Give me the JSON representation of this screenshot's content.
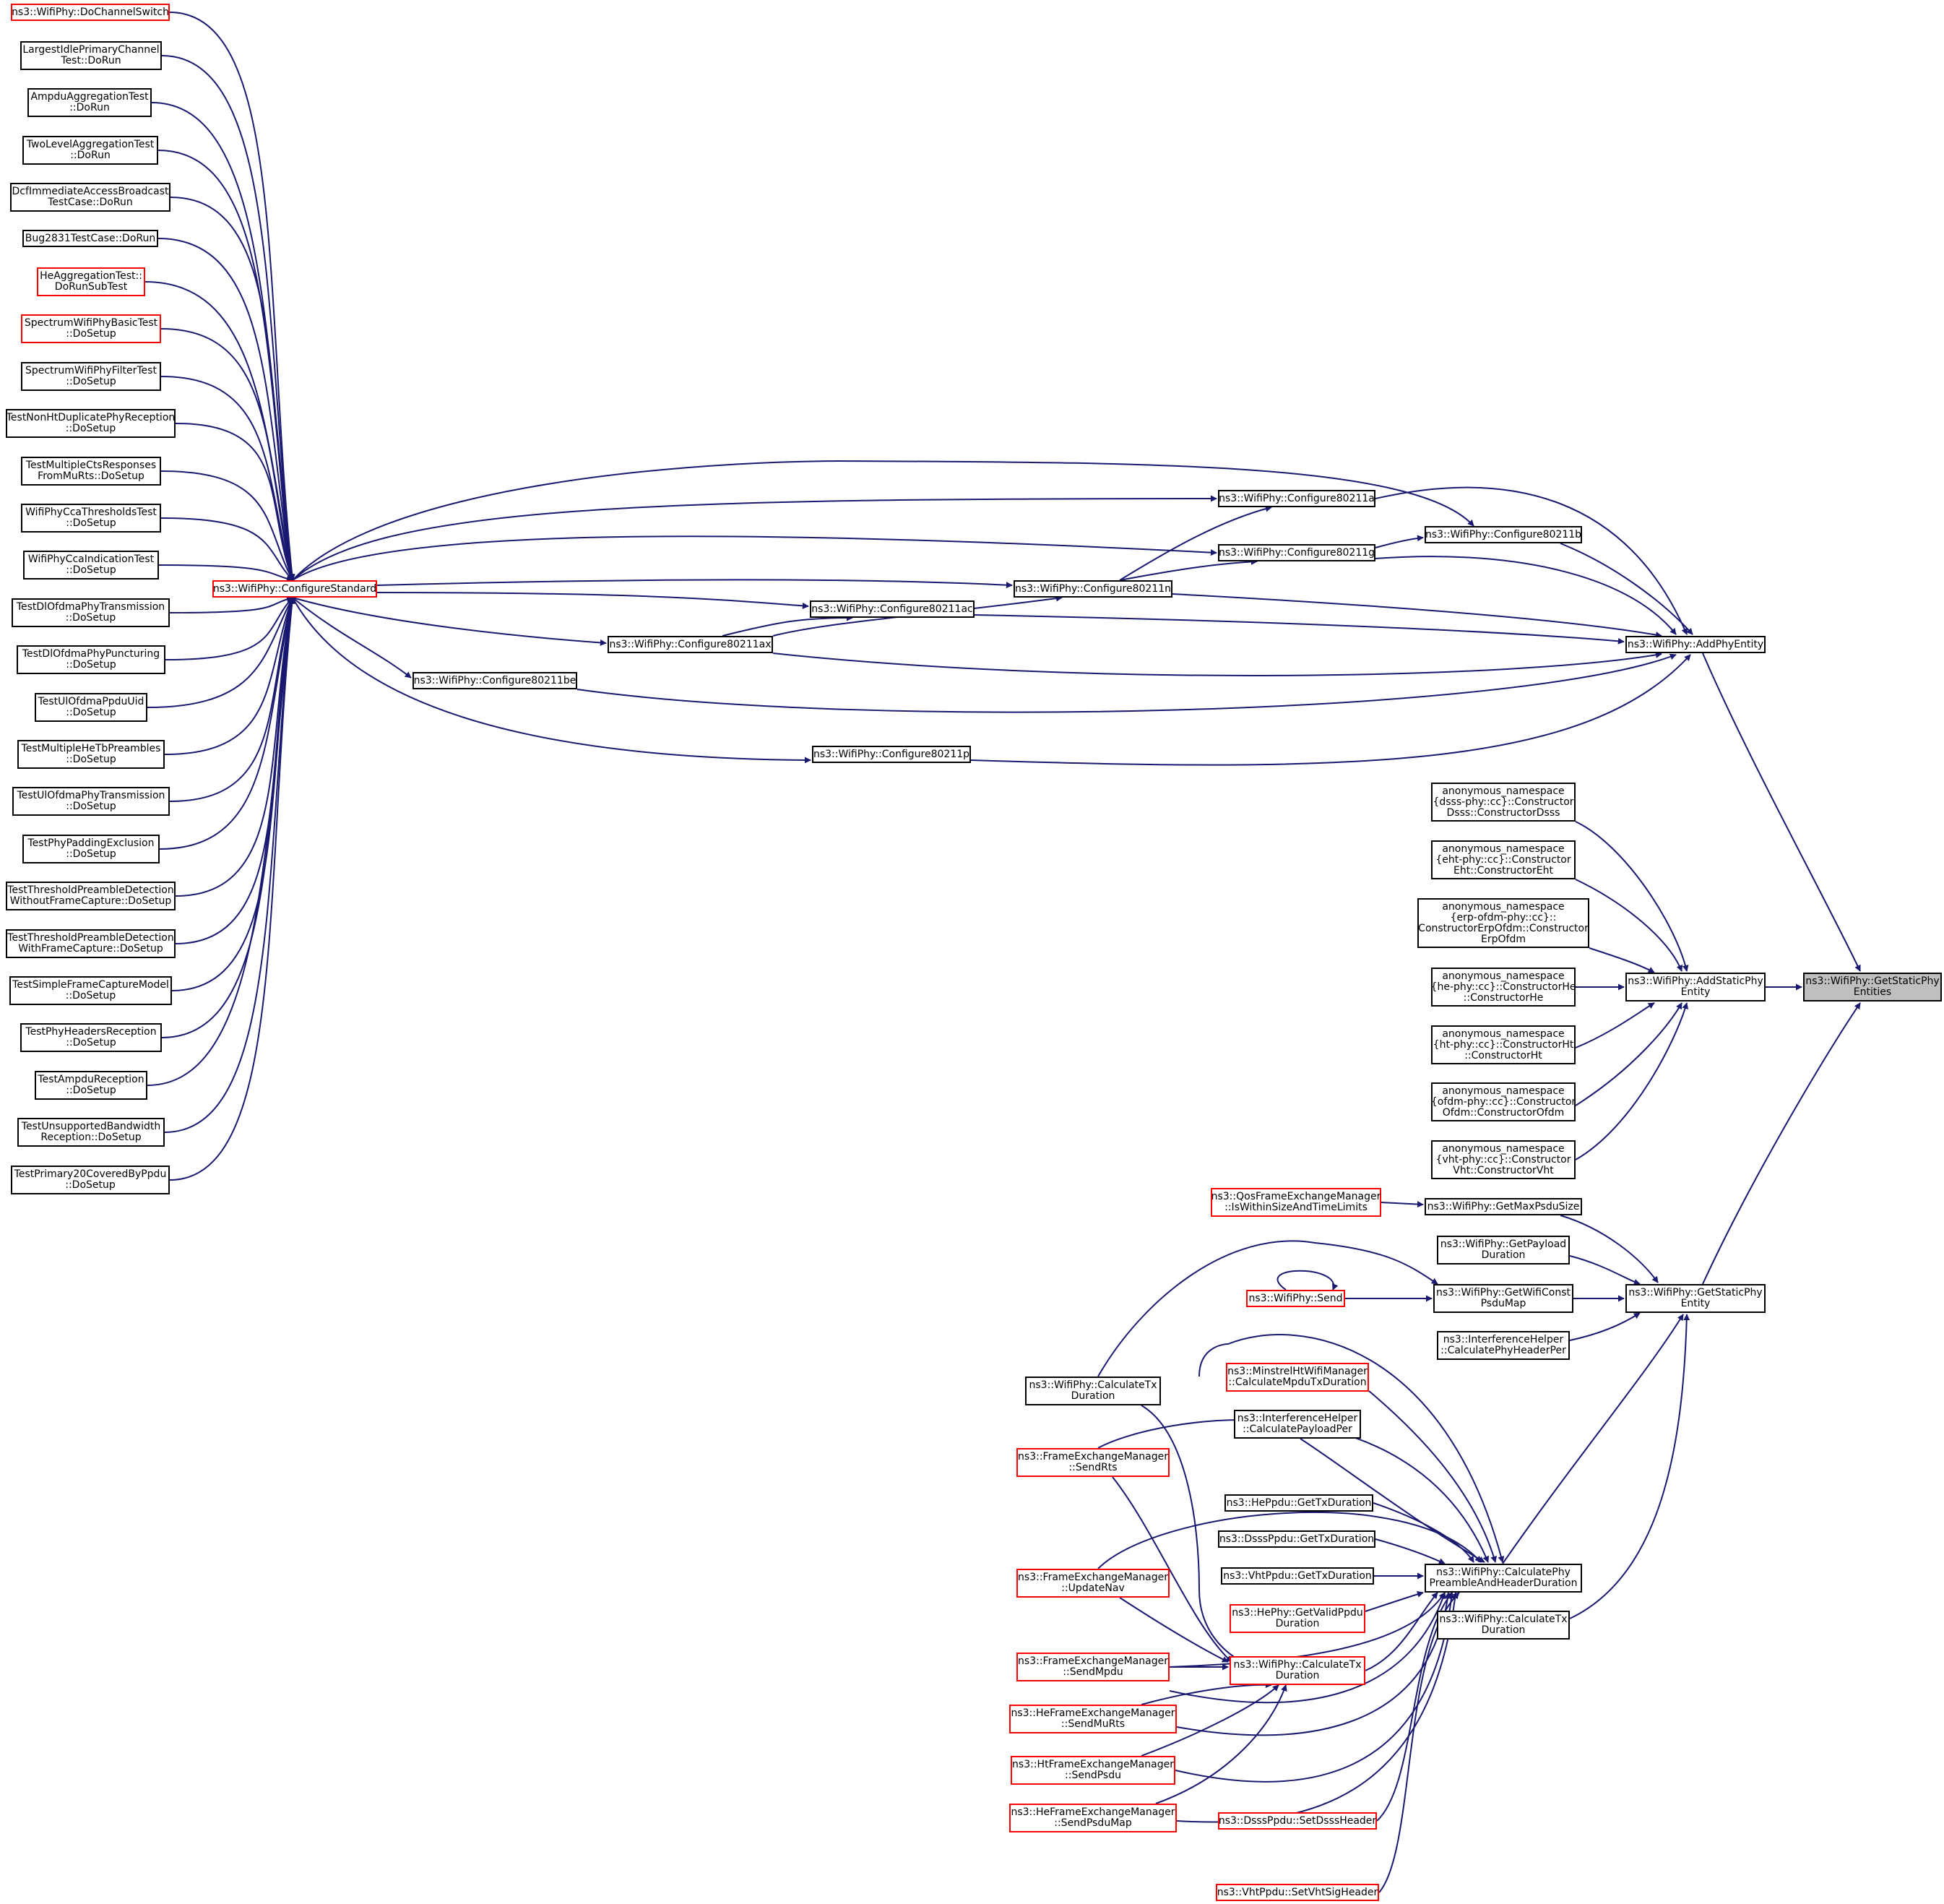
{
  "colors": {
    "edge": "#191970",
    "border": "#000000",
    "truncated_border": "#ff0000",
    "focus_fill": "#bfbfbf"
  },
  "nodes": {
    "n_getstatic": [
      "ns3::WifiPhy::GetStaticPhy",
      "Entities"
    ],
    "n_addphy": [
      "ns3::WifiPhy::AddPhyEntity"
    ],
    "n_addstatic": [
      "ns3::WifiPhy::AddStaticPhy",
      "Entity"
    ],
    "n_getstaticent": [
      "ns3::WifiPhy::GetStaticPhy",
      "Entity"
    ],
    "n_cfgstd": [
      "ns3::WifiPhy::ConfigureStandard"
    ],
    "n_c11a": [
      "ns3::WifiPhy::Configure80211a"
    ],
    "n_c11b": [
      "ns3::WifiPhy::Configure80211b"
    ],
    "n_c11g": [
      "ns3::WifiPhy::Configure80211g"
    ],
    "n_c11n": [
      "ns3::WifiPhy::Configure80211n"
    ],
    "n_c11ac": [
      "ns3::WifiPhy::Configure80211ac"
    ],
    "n_c11ax": [
      "ns3::WifiPhy::Configure80211ax"
    ],
    "n_c11be": [
      "ns3::WifiPhy::Configure80211be"
    ],
    "n_c11p": [
      "ns3::WifiPhy::Configure80211p"
    ],
    "l_dochsw": [
      "ns3::WifiPhy::DoChannelSwitch"
    ],
    "l_largest": [
      "LargestIdlePrimaryChannel",
      "Test::DoRun"
    ],
    "l_ampduagg": [
      "AmpduAggregationTest",
      "::DoRun"
    ],
    "l_twolevel": [
      "TwoLevelAggregationTest",
      "::DoRun"
    ],
    "l_dcfimm": [
      "DcfImmediateAccessBroadcast",
      "TestCase::DoRun"
    ],
    "l_bug2831": [
      "Bug2831TestCase::DoRun"
    ],
    "l_heagg": [
      "HeAggregationTest::",
      "DoRunSubTest"
    ],
    "l_specbasic": [
      "SpectrumWifiPhyBasicTest",
      "::DoSetup"
    ],
    "l_specfilter": [
      "SpectrumWifiPhyFilterTest",
      "::DoSetup"
    ],
    "l_nonht": [
      "TestNonHtDuplicatePhyReception",
      "::DoSetup"
    ],
    "l_multicts": [
      "TestMultipleCtsResponses",
      "FromMuRts::DoSetup"
    ],
    "l_ccathr": [
      "WifiPhyCcaThresholdsTest",
      "::DoSetup"
    ],
    "l_ccaind": [
      "WifiPhyCcaIndicationTest",
      "::DoSetup"
    ],
    "l_dlofdmatx": [
      "TestDlOfdmaPhyTransmission",
      "::DoSetup"
    ],
    "l_dlofdmapunc": [
      "TestDlOfdmaPhyPuncturing",
      "::DoSetup"
    ],
    "l_ulppdu": [
      "TestUlOfdmaPpduUid",
      "::DoSetup"
    ],
    "l_multihetb": [
      "TestMultipleHeTbPreambles",
      "::DoSetup"
    ],
    "l_ulofdmatx": [
      "TestUlOfdmaPhyTransmission",
      "::DoSetup"
    ],
    "l_padding": [
      "TestPhyPaddingExclusion",
      "::DoSetup"
    ],
    "l_thrwithout": [
      "TestThresholdPreambleDetection",
      "WithoutFrameCapture::DoSetup"
    ],
    "l_thrwith": [
      "TestThresholdPreambleDetection",
      "WithFrameCapture::DoSetup"
    ],
    "l_simplefc": [
      "TestSimpleFrameCaptureModel",
      "::DoSetup"
    ],
    "l_phyhdr": [
      "TestPhyHeadersReception",
      "::DoSetup"
    ],
    "l_ampdurx": [
      "TestAmpduReception",
      "::DoSetup"
    ],
    "l_unsupbw": [
      "TestUnsupportedBandwidth",
      "Reception::DoSetup"
    ],
    "l_primary20": [
      "TestPrimary20CoveredByPpdu",
      "::DoSetup"
    ],
    "s_dsss": [
      "anonymous_namespace",
      "{dsss-phy::cc}::Constructor",
      "Dsss::ConstructorDsss"
    ],
    "s_eht": [
      "anonymous_namespace",
      "{eht-phy::cc}::Constructor",
      "Eht::ConstructorEht"
    ],
    "s_erp": [
      "anonymous_namespace",
      "{erp-ofdm-phy::cc}::",
      "ConstructorErpOfdm::Constructor",
      "ErpOfdm"
    ],
    "s_he": [
      "anonymous_namespace",
      "{he-phy::cc}::ConstructorHe",
      "::ConstructorHe"
    ],
    "s_ht": [
      "anonymous_namespace",
      "{ht-phy::cc}::ConstructorHt",
      "::ConstructorHt"
    ],
    "s_ofdm": [
      "anonymous_namespace",
      "{ofdm-phy::cc}::Constructor",
      "Ofdm::ConstructorOfdm"
    ],
    "s_vht": [
      "anonymous_namespace",
      "{vht-phy::cc}::Constructor",
      "Vht::ConstructorVht"
    ],
    "g_maxpsdu": [
      "ns3::WifiPhy::GetMaxPsduSize"
    ],
    "g_qosfem": [
      "ns3::QosFrameExchangeManager",
      "::IsWithinSizeAndTimeLimits"
    ],
    "g_payload": [
      "ns3::WifiPhy::GetPayload",
      "Duration"
    ],
    "g_wificonst": [
      "ns3::WifiPhy::GetWifiConst",
      "PsduMap"
    ],
    "g_send": [
      "ns3::WifiPhy::Send"
    ],
    "g_ifhdrper": [
      "ns3::InterferenceHelper",
      "::CalculatePhyHeaderPer"
    ],
    "g_calctx_a": [
      "ns3::WifiPhy::CalculateTx",
      "Duration"
    ],
    "g_calcpre": [
      "ns3::WifiPhy::CalculatePhy",
      "PreambleAndHeaderDuration"
    ],
    "g_calctx_b": [
      "ns3::WifiPhy::CalculateTx",
      "Duration"
    ],
    "g_calctx_c": [
      "ns3::WifiPhy::CalculateTx",
      "Duration"
    ],
    "g_minstrel": [
      "ns3::MinstrelHtWifiManager",
      "::CalculateMpduTxDuration"
    ],
    "g_ifpayper": [
      "ns3::InterferenceHelper",
      "::CalculatePayloadPer"
    ],
    "g_heppdu": [
      "ns3::HePpdu::GetTxDuration"
    ],
    "g_dsssppdu": [
      "ns3::DsssPpdu::GetTxDuration"
    ],
    "g_vhtppdu": [
      "ns3::VhtPpdu::GetTxDuration"
    ],
    "g_hephyvalid": [
      "ns3::HePhy::GetValidPpdu",
      "Duration"
    ],
    "g_dssshdr": [
      "ns3::DsssPpdu::SetDsssHeader"
    ],
    "g_vhtsig": [
      "ns3::VhtPpdu::SetVhtSigHeader"
    ],
    "g_sendrts": [
      "ns3::FrameExchangeManager",
      "::SendRts"
    ],
    "g_updatenav": [
      "ns3::FrameExchangeManager",
      "::UpdateNav"
    ],
    "g_sendmpdu": [
      "ns3::FrameExchangeManager",
      "::SendMpdu"
    ],
    "g_hemurts": [
      "ns3::HeFrameExchangeManager",
      "::SendMuRts"
    ],
    "g_htpsdu": [
      "ns3::HtFrameExchangeManager",
      "::SendPsdu"
    ],
    "g_hepsdumap": [
      "ns3::HeFrameExchangeManager",
      "::SendPsduMap"
    ]
  }
}
